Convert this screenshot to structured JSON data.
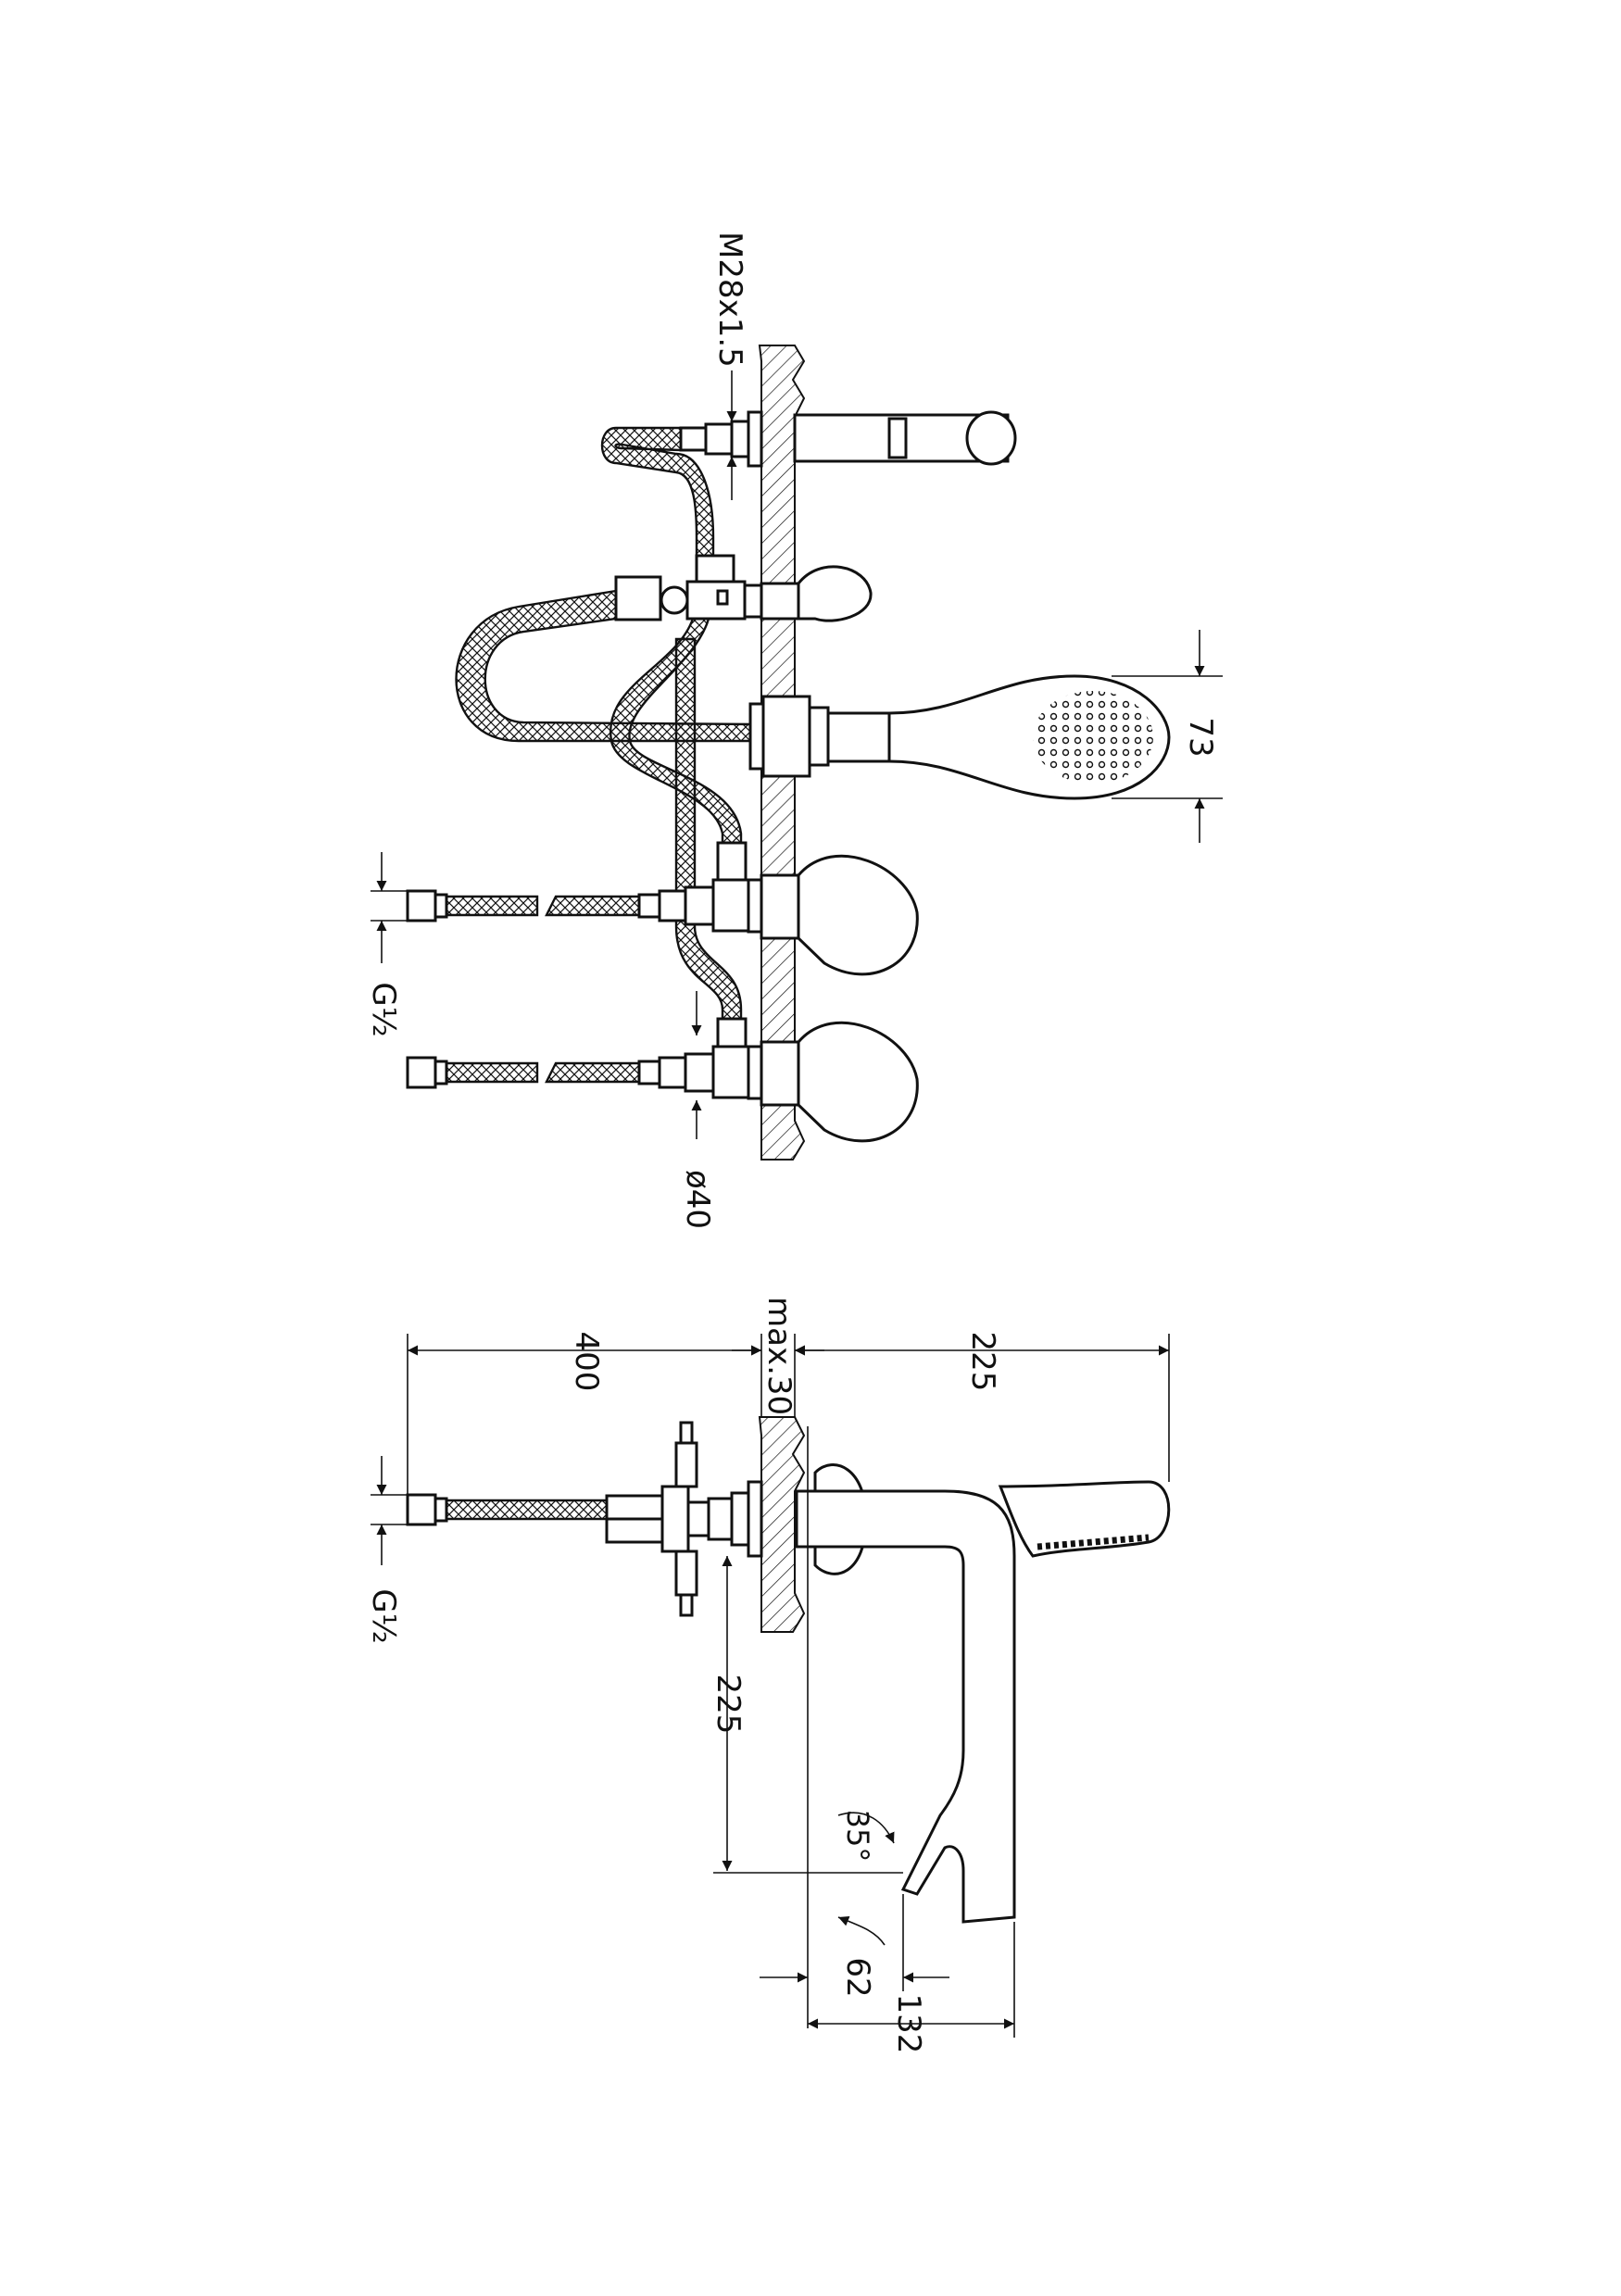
{
  "colors": {
    "line": "#111111",
    "background": "#ffffff"
  },
  "dimensions": {
    "top_view": {
      "thread": "M28x1.5",
      "handshower_width": "73",
      "inlet_thread": "G½",
      "diameter": "ø40"
    },
    "side_view": {
      "hose_length": "400",
      "deck_thickness": "max.30",
      "handshower_reach": "225",
      "inlet_thread": "G½",
      "spout_height": "225",
      "spout_angle": "35°",
      "spout_projection": "62",
      "spout_reach": "132"
    }
  }
}
